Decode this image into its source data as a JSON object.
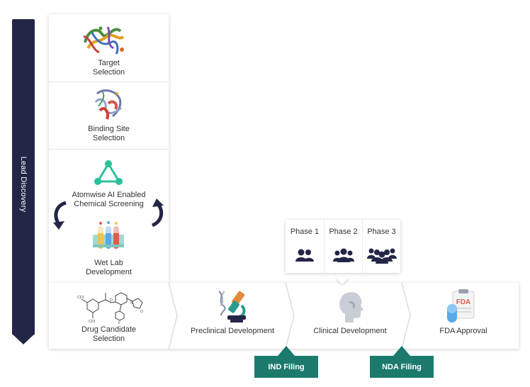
{
  "lead_discovery": {
    "label": "Lead Discovery"
  },
  "steps": [
    {
      "label_line1": "Target",
      "label_line2": "Selection",
      "icon": "protein-structure-icon"
    },
    {
      "label_line1": "Binding Site",
      "label_line2": "Selection",
      "icon": "binding-site-icon"
    },
    {
      "label_line1": "Atomwise AI Enabled",
      "label_line2": "Chemical Screening",
      "icon": "ai-network-icon"
    },
    {
      "label_line1": "Wet Lab",
      "label_line2": "Development",
      "icon": "test-tubes-icon"
    }
  ],
  "pipeline": [
    {
      "label_line1": "Drug Candidate",
      "label_line2": "Selection",
      "icon": "molecule-structure-icon"
    },
    {
      "label": "Preclinical Development",
      "icon": "microscope-icon"
    },
    {
      "label": "Clinical Development",
      "icon": "human-head-icon"
    },
    {
      "label": "FDA Approval",
      "icon": "fda-clipboard-icon"
    }
  ],
  "phases": [
    {
      "label": "Phase 1",
      "icon": "two-people-icon"
    },
    {
      "label": "Phase 2",
      "icon": "three-people-icon"
    },
    {
      "label": "Phase 3",
      "icon": "group-people-icon"
    }
  ],
  "filings": [
    {
      "label": "IND Filing"
    },
    {
      "label": "NDA Filing"
    }
  ],
  "colors": {
    "navy": "#232646",
    "teal": "#1c7a6d",
    "ai_green": "#2cc09a",
    "fda_red": "#e55a4f",
    "fda_blue": "#5aa9e6"
  }
}
